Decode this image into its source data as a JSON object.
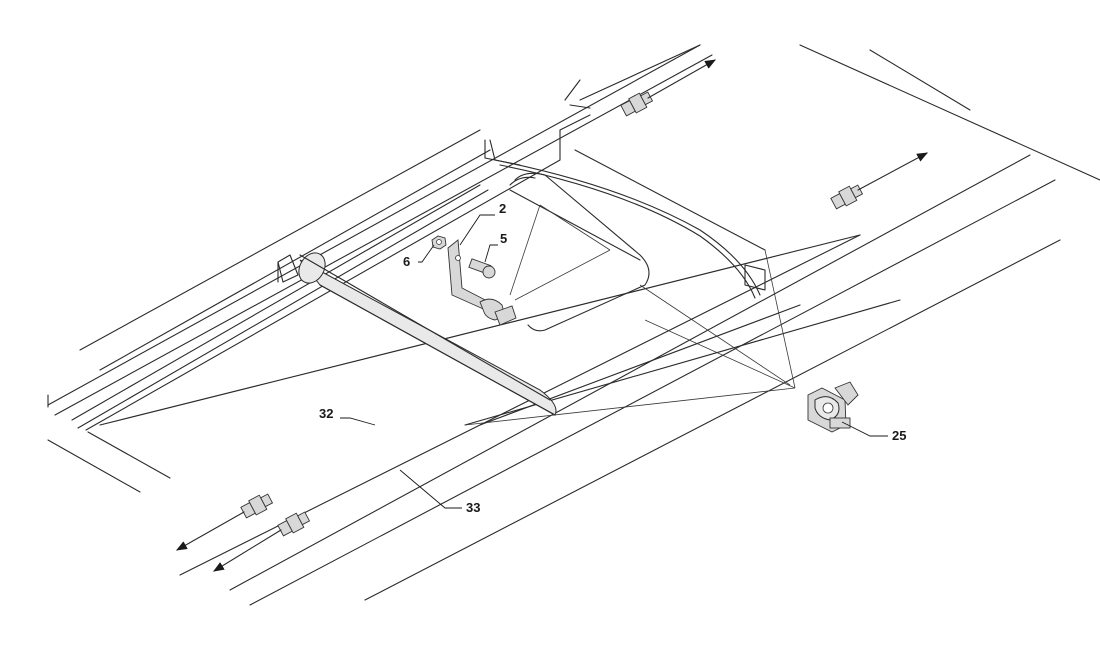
{
  "callouts": [
    {
      "id": "2",
      "text": "2"
    },
    {
      "id": "5",
      "text": "5"
    },
    {
      "id": "6",
      "text": "6"
    },
    {
      "id": "25",
      "text": "25"
    },
    {
      "id": "32",
      "text": "32"
    },
    {
      "id": "33",
      "text": "33"
    }
  ],
  "parts": [
    {
      "icon": "hex-nut-icon"
    },
    {
      "icon": "bolt-icon"
    },
    {
      "icon": "bracket-icon"
    },
    {
      "icon": "hose-clip-icon"
    },
    {
      "icon": "fitting-icon"
    }
  ]
}
